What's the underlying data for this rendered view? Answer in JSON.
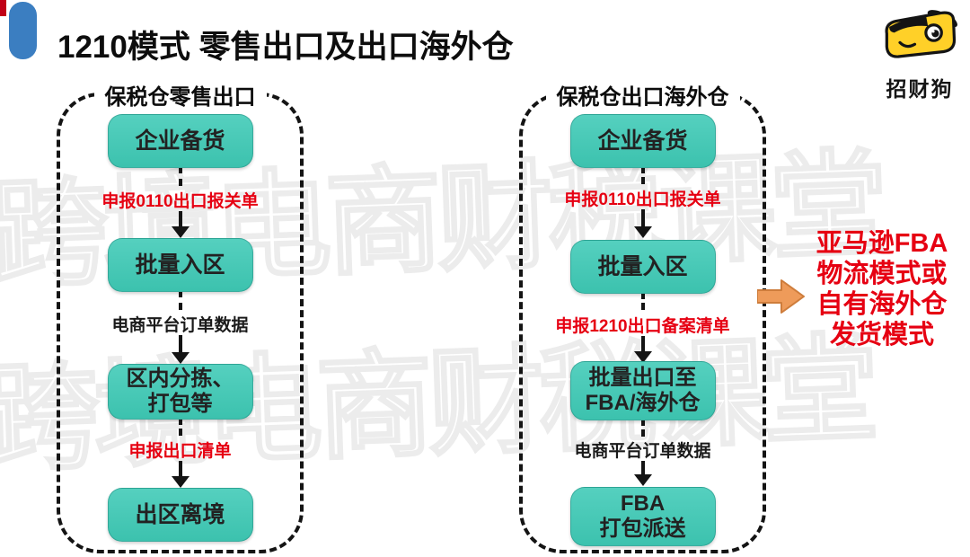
{
  "title": "1210模式 零售出口及出口海外仓",
  "logo": {
    "brand": "招财狗"
  },
  "watermark": {
    "text": "跨境电商财税课堂"
  },
  "colors": {
    "node_fill": "#42C6B3",
    "alert_red": "#E60012",
    "title_bar_blue": "#3B7EC1",
    "arrow_orange": "#EE9B5A",
    "logo_yellow": "#FFD028",
    "corner_red": "#C10016",
    "watermark_gray": "#ECECEC"
  },
  "left_flow": {
    "header": "保税仓零售出口",
    "nodes": [
      {
        "lines": [
          "企业备货"
        ]
      },
      {
        "lines": [
          "批量入区"
        ]
      },
      {
        "lines": [
          "区内分拣、",
          "打包等"
        ]
      },
      {
        "lines": [
          "出区离境"
        ]
      }
    ],
    "connectors": [
      {
        "label": "申报0110出口报关单",
        "color": "red"
      },
      {
        "label": "电商平台订单数据",
        "color": "black"
      },
      {
        "label": "申报出口清单",
        "color": "red"
      }
    ]
  },
  "right_flow": {
    "header": "保税仓出口海外仓",
    "nodes": [
      {
        "lines": [
          "企业备货"
        ]
      },
      {
        "lines": [
          "批量入区"
        ]
      },
      {
        "lines": [
          "批量出口至",
          "FBA/海外仓"
        ]
      },
      {
        "lines": [
          "FBA",
          "打包派送"
        ]
      }
    ],
    "connectors": [
      {
        "label": "申报0110出口报关单",
        "color": "red"
      },
      {
        "label": "申报1210出口备案清单",
        "color": "red"
      },
      {
        "label": "电商平台订单数据",
        "color": "black"
      }
    ]
  },
  "annotation": {
    "lines": [
      "亚马逊FBA",
      "物流模式或",
      "自有海外仓",
      "发货模式"
    ]
  }
}
